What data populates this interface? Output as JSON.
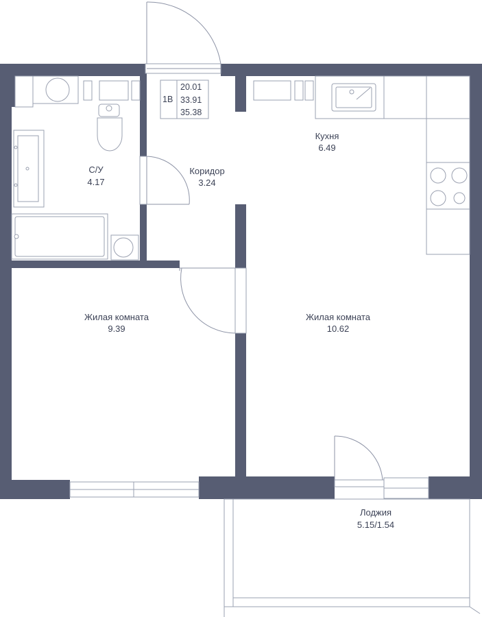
{
  "unit": {
    "code": "1В",
    "areas": [
      "20.01",
      "33.91",
      "35.38"
    ]
  },
  "rooms": [
    {
      "name": "С/У",
      "area": "4.17"
    },
    {
      "name": "Коридор",
      "area": "3.24"
    },
    {
      "name": "Кухня",
      "area": "6.49"
    },
    {
      "name": "Жилая комната",
      "area": "9.39"
    },
    {
      "name": "Жилая комната",
      "area": "10.62"
    },
    {
      "name": "Лоджия",
      "area": "5.15/1.54"
    }
  ],
  "colors": {
    "wall": "#575d73",
    "line": "#9aa0b0",
    "text": "#3c4256"
  }
}
